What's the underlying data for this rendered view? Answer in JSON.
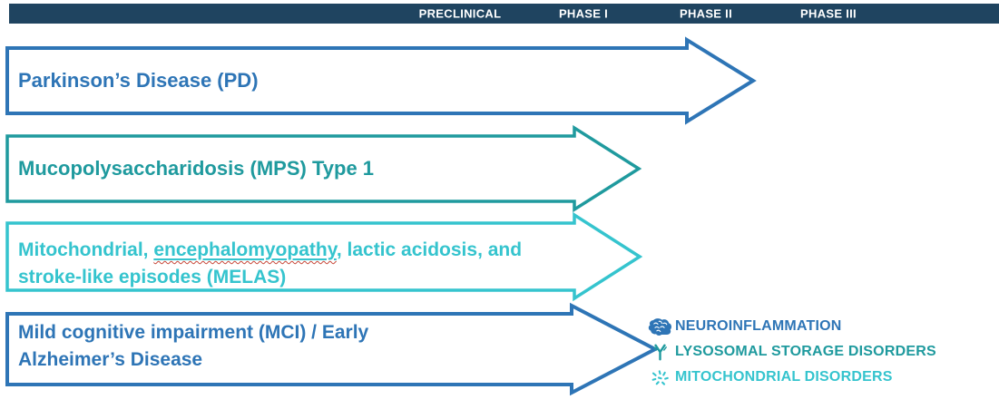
{
  "header": {
    "phases": [
      "PRECLINICAL",
      "PHASE I",
      "PHASE II",
      "PHASE III"
    ],
    "bar_color": "#1F4460",
    "text_color": "#FFFFFF"
  },
  "colors": {
    "blue": "#2E75B6",
    "teal": "#1F9A9E",
    "cyan": "#35C4CE",
    "spellcheck_red": "#C64537"
  },
  "pipeline": {
    "rows": [
      {
        "label": "Parkinson’s Disease (PD)",
        "color": "#2E75B6",
        "category": "NEUROINFLAMMATION",
        "phase_reach": "Phase II"
      },
      {
        "label": "Mucopolysaccharidosis (MPS) Type 1",
        "color": "#1F9A9E",
        "category": "LYSOSOMAL STORAGE DISORDERS",
        "phase_reach": "Phase I"
      },
      {
        "line1_prefix": "Mitochondrial, ",
        "line1_misspelled_word": "encephalomyopathy",
        "line1_suffix": ", lactic acidosis, and",
        "line2": "stroke-like episodes (MELAS)",
        "color": "#35C4CE",
        "category": "MITOCHONDRIAL DISORDERS",
        "phase_reach": "Phase I"
      },
      {
        "line1": "Mild cognitive impairment (MCI) / Early",
        "line2": "Alzheimer’s Disease",
        "color": "#2E75B6",
        "category": "NEUROINFLAMMATION",
        "phase_reach": "Phase I"
      }
    ]
  },
  "legend": {
    "items": [
      {
        "label": "NEUROINFLAMMATION",
        "icon": "brain-icon",
        "color": "#2E75B6"
      },
      {
        "label": "LYSOSOMAL STORAGE DISORDERS",
        "icon": "antibody-icon",
        "color": "#1F9A9E"
      },
      {
        "label": "MITOCHONDRIAL DISORDERS",
        "icon": "mitochondria-icon",
        "color": "#35C4CE"
      }
    ]
  }
}
